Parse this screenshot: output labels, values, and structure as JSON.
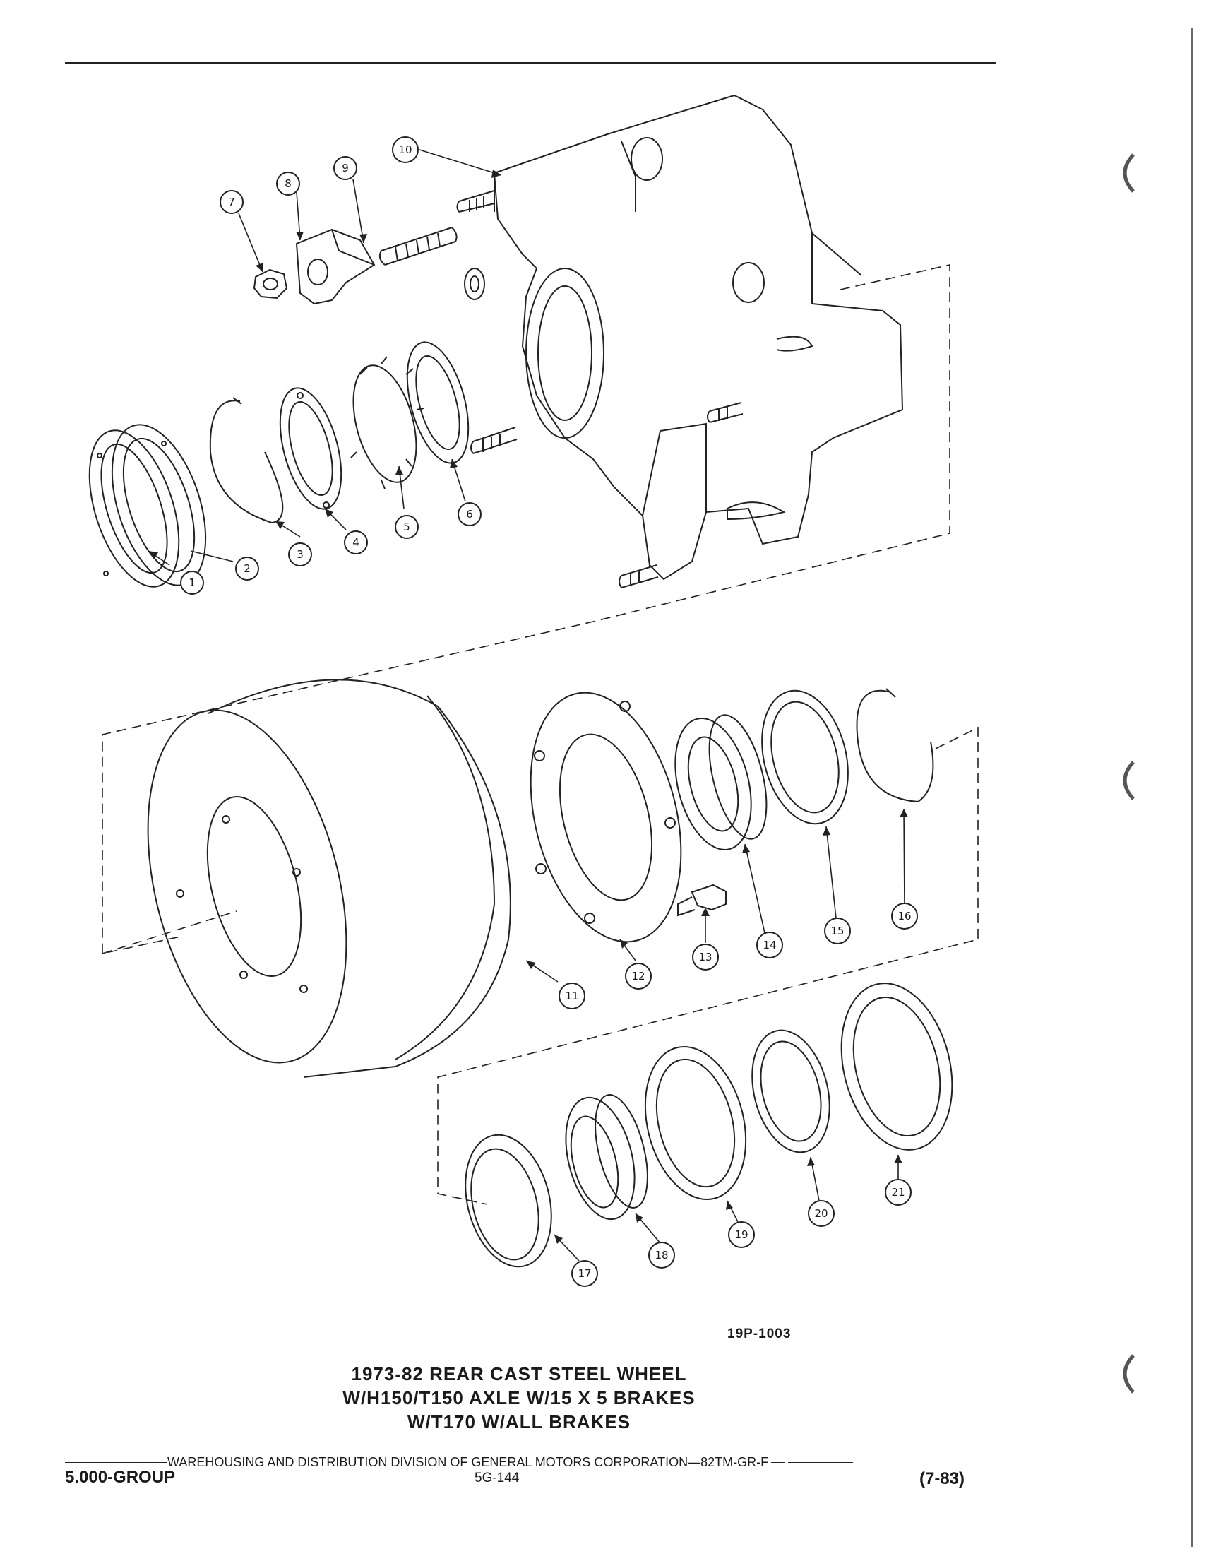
{
  "diagram": {
    "figure_number": "19P-1003",
    "callouts": [
      "1",
      "2",
      "3",
      "4",
      "5",
      "6",
      "7",
      "8",
      "9",
      "10",
      "11",
      "12",
      "13",
      "14",
      "15",
      "16",
      "17",
      "18",
      "19",
      "20",
      "21"
    ]
  },
  "caption": {
    "line1": "1973-82 REAR CAST STEEL WHEEL",
    "line2": "W/H150/T150 AXLE W/15 X 5 BRAKES",
    "line3": "W/T170  W/ALL BRAKES"
  },
  "footer": {
    "division_text": "WAREHOUSING AND DISTRIBUTION  DIVISION OF GENERAL MOTORS CORPORATION—82TM-GR-F",
    "group": "5.000-GROUP",
    "page_code": "5G-144",
    "revision": "(7-83)"
  }
}
